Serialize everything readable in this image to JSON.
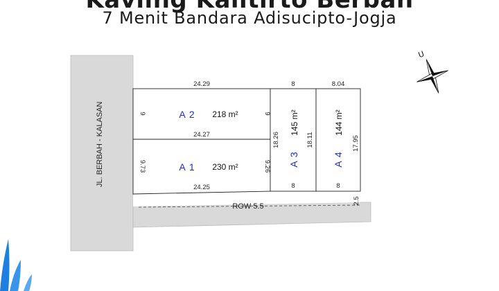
{
  "header": {
    "title": "Kaviing Kalitirto Berbah",
    "subtitle": "7 Menit Bandara Adisucipto-Jogja"
  },
  "road": {
    "main": "JL. BERBAH - KALASAN",
    "row": "ROW 5.5",
    "row_width": "2.5"
  },
  "compass": {
    "north_label": "U"
  },
  "lots": {
    "a2": {
      "code": "A 2",
      "area": "218 m²",
      "top": "24.29",
      "left": "9",
      "right": "9"
    },
    "a1": {
      "code": "A 1",
      "area": "230 m²",
      "top": "24.27",
      "left": "9.73",
      "right": "9.26",
      "bottom": "24.25"
    },
    "a3": {
      "code": "A 3",
      "area": "145 m²",
      "top": "8",
      "left": "18.26",
      "right": "18.11",
      "bottom": "8"
    },
    "a4": {
      "code": "A 4",
      "area": "144 m²",
      "top": "8.04",
      "right": "17.95",
      "bottom": "8"
    }
  },
  "colors": {
    "road_fill": "#d9d9d9",
    "lot_code": "#1f2bd0",
    "water_accent": "#1f7fe0"
  }
}
